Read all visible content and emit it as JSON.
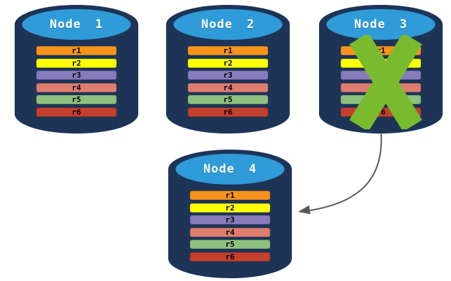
{
  "nodes": [
    {
      "label": "Node 1",
      "replicas": [
        "r1",
        "r2",
        "r3",
        "r4",
        "r5",
        "r6"
      ],
      "failed": false
    },
    {
      "label": "Node 2",
      "replicas": [
        "r1",
        "r2",
        "r3",
        "r4",
        "r5",
        "r6"
      ],
      "failed": false
    },
    {
      "label": "Node 3",
      "replicas": [
        "r1",
        "r2",
        "r3",
        "r4",
        "r5",
        "r6"
      ],
      "failed": true
    },
    {
      "label": "Node 4",
      "replicas": [
        "r1",
        "r2",
        "r3",
        "r4",
        "r5",
        "r6"
      ],
      "failed": false
    }
  ],
  "replica_colors": [
    "#F7941E",
    "#FEFF00",
    "#877BBC",
    "#DF7D6E",
    "#8EC07E",
    "#C5402C"
  ],
  "colors": {
    "cylinder_body": "#1D3457",
    "cylinder_top": "#2F9BD8",
    "node_title": "#FFFFFF",
    "replica_label": "#000000",
    "failure_x": "#7ABA2E",
    "arrow": "#595959"
  },
  "arrow": {
    "from": "Node 3",
    "to": "Node 4"
  }
}
